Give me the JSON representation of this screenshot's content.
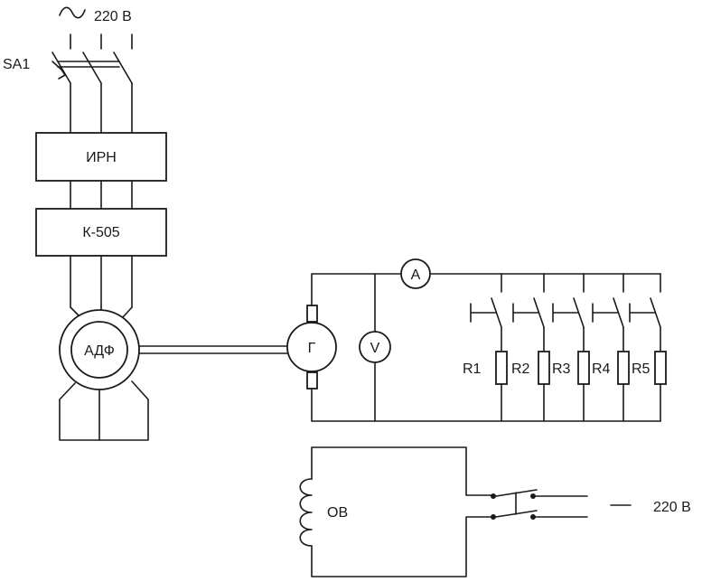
{
  "supply": {
    "symbol": "~",
    "voltage": "220 В"
  },
  "switch_main": {
    "label": "SA1"
  },
  "blocks": {
    "irn": "ИРН",
    "k505": "К-505"
  },
  "motor": {
    "label": "АДФ"
  },
  "generator": {
    "label": "Г"
  },
  "meters": {
    "voltmeter": "V",
    "ammeter": "A"
  },
  "resistors": [
    {
      "label": "R1"
    },
    {
      "label": "R2"
    },
    {
      "label": "R3"
    },
    {
      "label": "R4"
    },
    {
      "label": "R5"
    }
  ],
  "field_winding": {
    "label": "ОВ"
  },
  "field_supply": {
    "dash": "—",
    "voltage": "220 В"
  }
}
